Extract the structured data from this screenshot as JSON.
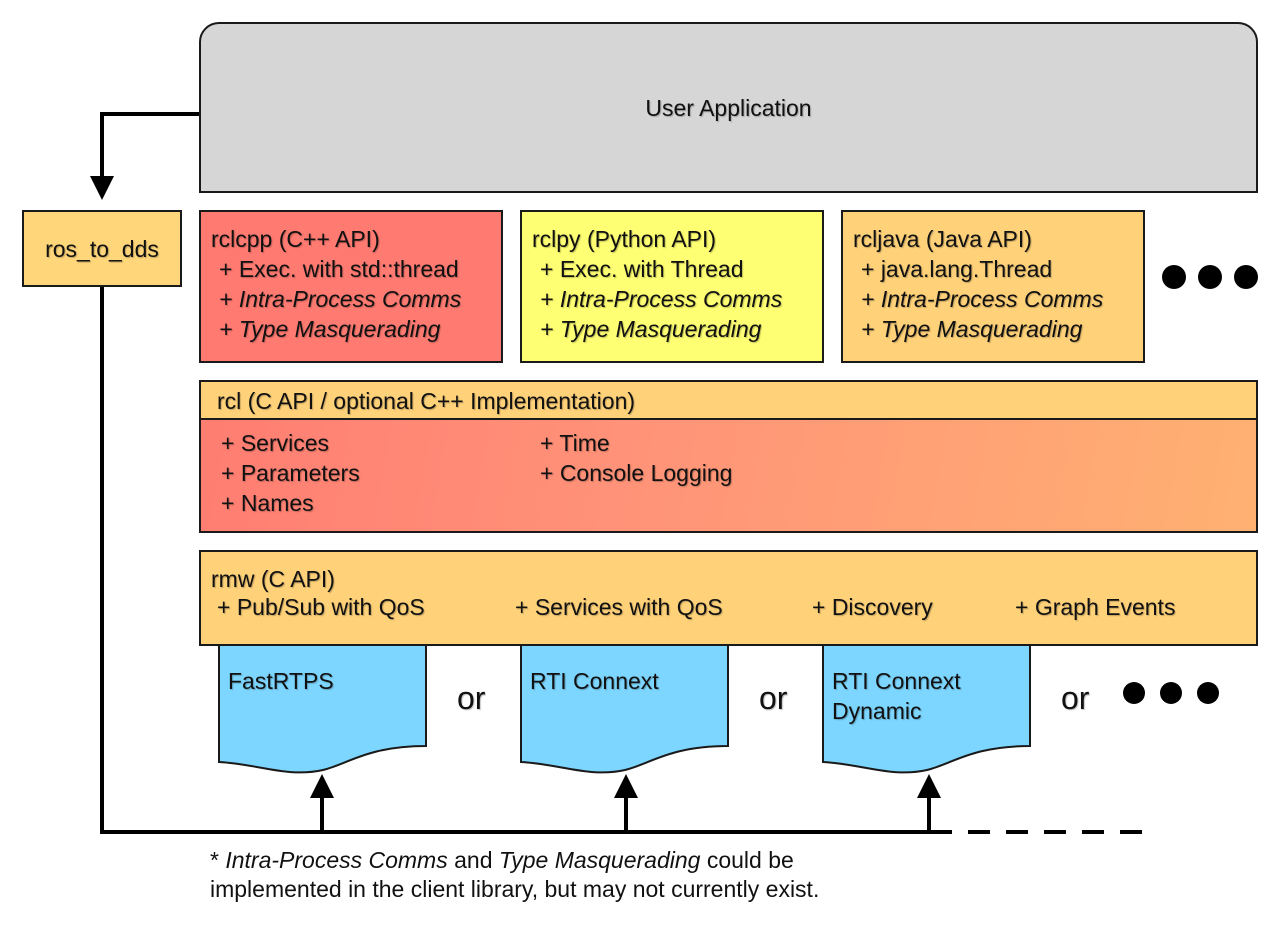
{
  "user_application": {
    "label": "User Application"
  },
  "ros_to_dds": {
    "label": "ros_to_dds"
  },
  "clients": [
    {
      "title": "rclcpp (C++ API)",
      "items": [
        "+ Exec. with std::thread",
        "+ Intra-Process Comms",
        "+ Type Masquerading"
      ],
      "color": "#ff7b72"
    },
    {
      "title": "rclpy (Python API)",
      "items": [
        "+ Exec. with Thread",
        "+ Intra-Process Comms",
        "+ Type Masquerading"
      ],
      "color": "#ffff73"
    },
    {
      "title": "rcljava (Java API)",
      "items": [
        "+ java.lang.Thread",
        "+ Intra-Process Comms",
        "+ Type Masquerading"
      ],
      "color": "#ffd27a"
    }
  ],
  "rcl": {
    "title": "rcl (C API / optional C++ Implementation)",
    "col1": [
      "+ Services",
      "+ Parameters",
      "+ Names"
    ],
    "col2": [
      "+ Time",
      "+ Console Logging"
    ]
  },
  "rmw": {
    "title": "rmw (C API)",
    "items": [
      "+ Pub/Sub with QoS",
      "+ Services with QoS",
      "+ Discovery",
      "+ Graph Events"
    ]
  },
  "implementations": [
    {
      "label": "FastRTPS"
    },
    {
      "label": "RTI Connext"
    },
    {
      "label": "RTI Connext Dynamic"
    }
  ],
  "separator": "or",
  "footnote": {
    "star": "*",
    "term1": "Intra-Process Comms",
    "and": "and",
    "term2": "Type Masquerading",
    "rest1": "could be",
    "line2": "implemented in the client library, but may not currently exist."
  },
  "colors": {
    "impl": "#7dd6ff",
    "gray": "#d6d6d6",
    "orange": "#ffd27a"
  }
}
